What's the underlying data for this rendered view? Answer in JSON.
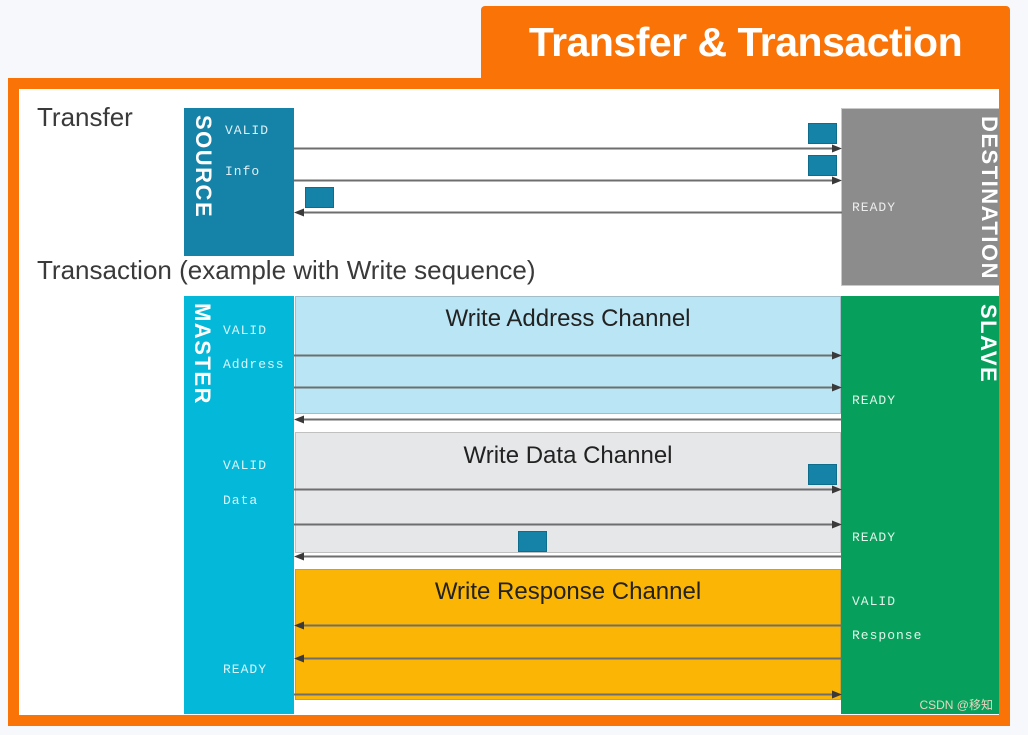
{
  "title": {
    "text": "Transfer & Transaction",
    "banner_color": "#f97306",
    "text_color": "#ffffff"
  },
  "frame": {
    "border_color": "#f97306",
    "canvas_color": "#ffffff",
    "page_background": "#f6f8fc"
  },
  "sections": {
    "transfer_caption": "Transfer",
    "transaction_caption": "Transaction (example with Write sequence)"
  },
  "transfer": {
    "source": {
      "title": "SOURCE",
      "color": "#1583a8",
      "ports": [
        "VALID",
        "Info"
      ]
    },
    "destination": {
      "title": "DESTINATION",
      "color": "#8c8c8c",
      "ports": [
        "READY"
      ]
    },
    "signals": [
      {
        "name": "valid",
        "direction": "right"
      },
      {
        "name": "info",
        "direction": "right"
      },
      {
        "name": "ready",
        "direction": "left"
      }
    ],
    "pulses": 3
  },
  "transaction": {
    "master": {
      "title": "MASTER",
      "color": "#04b8d9",
      "ports": [
        "VALID",
        "Address",
        "VALID",
        "Data",
        "READY"
      ]
    },
    "slave": {
      "title": "SLAVE",
      "color": "#06a05c",
      "ports": [
        "READY",
        "READY",
        "VALID",
        "Response"
      ]
    },
    "channels": [
      {
        "id": "write-address",
        "label": "Write Address Channel",
        "color": "#b9e5f4",
        "arrows": [
          "right",
          "right",
          "left"
        ],
        "pulses": 0
      },
      {
        "id": "write-data",
        "label": "Write Data Channel",
        "color": "#e6e7e9",
        "arrows": [
          "right",
          "right",
          "left"
        ],
        "pulses": 2
      },
      {
        "id": "write-response",
        "label": "Write Response Channel",
        "color": "#fbb504",
        "arrows": [
          "left",
          "left",
          "right"
        ],
        "pulses": 0
      }
    ]
  },
  "watermark": "CSDN @移知"
}
